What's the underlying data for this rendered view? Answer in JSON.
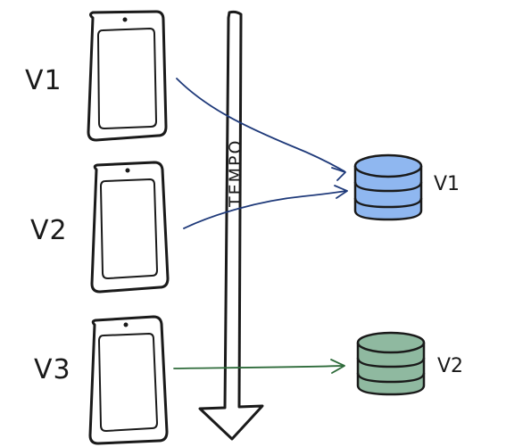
{
  "clients": [
    {
      "label": "V1"
    },
    {
      "label": "V2"
    },
    {
      "label": "V3"
    }
  ],
  "timeline": {
    "label": "TEMPO"
  },
  "databases": [
    {
      "label": "V1",
      "fill": "#8fb7f0",
      "stroke": "#1a1a1a"
    },
    {
      "label": "V2",
      "fill": "#8fb9a0",
      "stroke": "#1a1a1a"
    }
  ],
  "colors": {
    "arrow_to_db1": "#1f3a7a",
    "arrow_to_db2": "#2e6b3a",
    "ink": "#1a1a1a"
  }
}
